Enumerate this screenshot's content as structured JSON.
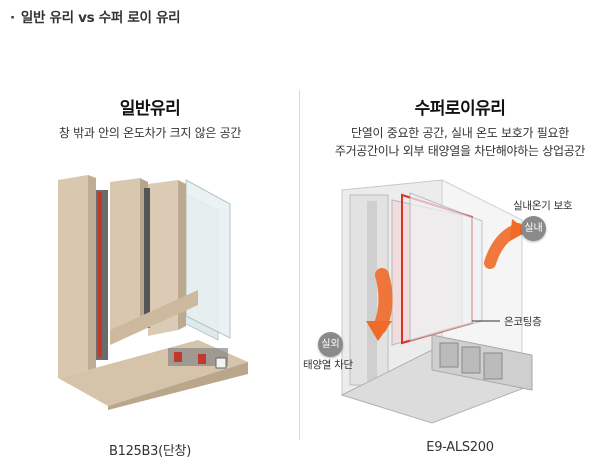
{
  "header": {
    "bullet": "·",
    "title": "일반 유리 vs 수퍼 로이 유리"
  },
  "left": {
    "title": "일반유리",
    "desc": "창 밖과 안의 온도차가 크지 않은 공간",
    "caption": "B125B3(단창)"
  },
  "right": {
    "title": "수퍼로이유리",
    "desc_line1": "단열이 중요한 공간, 실내 온도 보호가 필요한",
    "desc_line2": "주거공간이나 외부 태양열을 차단해야하는 상업공간",
    "caption": "E9-ALS200",
    "annotations": {
      "indoor_protect": "실내온기 보호",
      "indoor_badge": "실내",
      "coating": "은코팅층",
      "outdoor_badge": "실외",
      "solar_block": "태양열 차단"
    }
  },
  "colors": {
    "arrow_orange": "#f06a28",
    "coating_red": "#d6322a",
    "badge_gray": "#8a8a8a",
    "wood": "#d9c8b0"
  }
}
